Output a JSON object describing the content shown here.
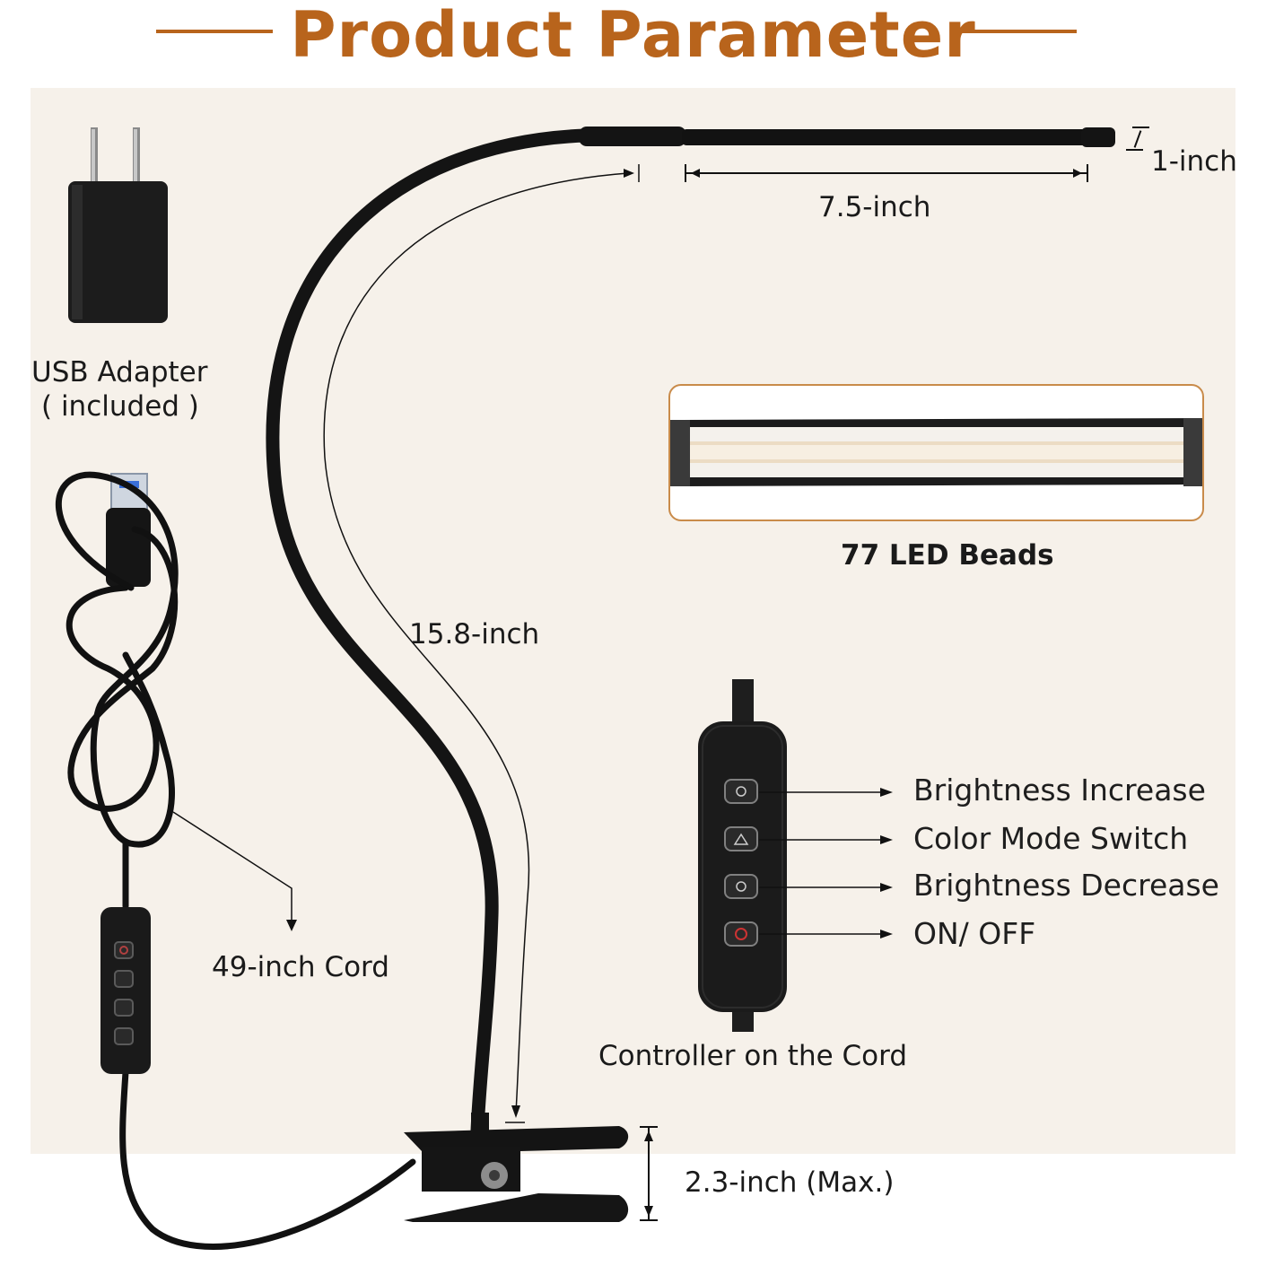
{
  "title": "Product Parameter",
  "colors": {
    "accent": "#b8641c",
    "panel": "#f6f1ea",
    "led_border": "#c98b4a"
  },
  "icons": [
    "usb-adapter-icon",
    "usb-cable-icon",
    "desk-lamp-icon",
    "led-strip-icon",
    "controller-icon",
    "clamp-icon",
    "brightness-up-icon",
    "color-mode-icon",
    "brightness-down-icon",
    "power-icon"
  ],
  "dimensions": {
    "head_height": "1-inch",
    "head_length": "7.5-inch",
    "gooseneck_length": "15.8-inch",
    "cord_length": "49-inch Cord",
    "clamp_opening": "2.3-inch (Max.)"
  },
  "adapter": {
    "label_line1": "USB Adapter",
    "label_line2": "( included )"
  },
  "led": {
    "label": "77 LED Beads"
  },
  "controller": {
    "caption": "Controller on the Cord",
    "buttons": [
      {
        "label": "Brightness Increase"
      },
      {
        "label": "Color Mode Switch"
      },
      {
        "label": "Brightness Decrease"
      },
      {
        "label": "ON/ OFF"
      }
    ]
  }
}
